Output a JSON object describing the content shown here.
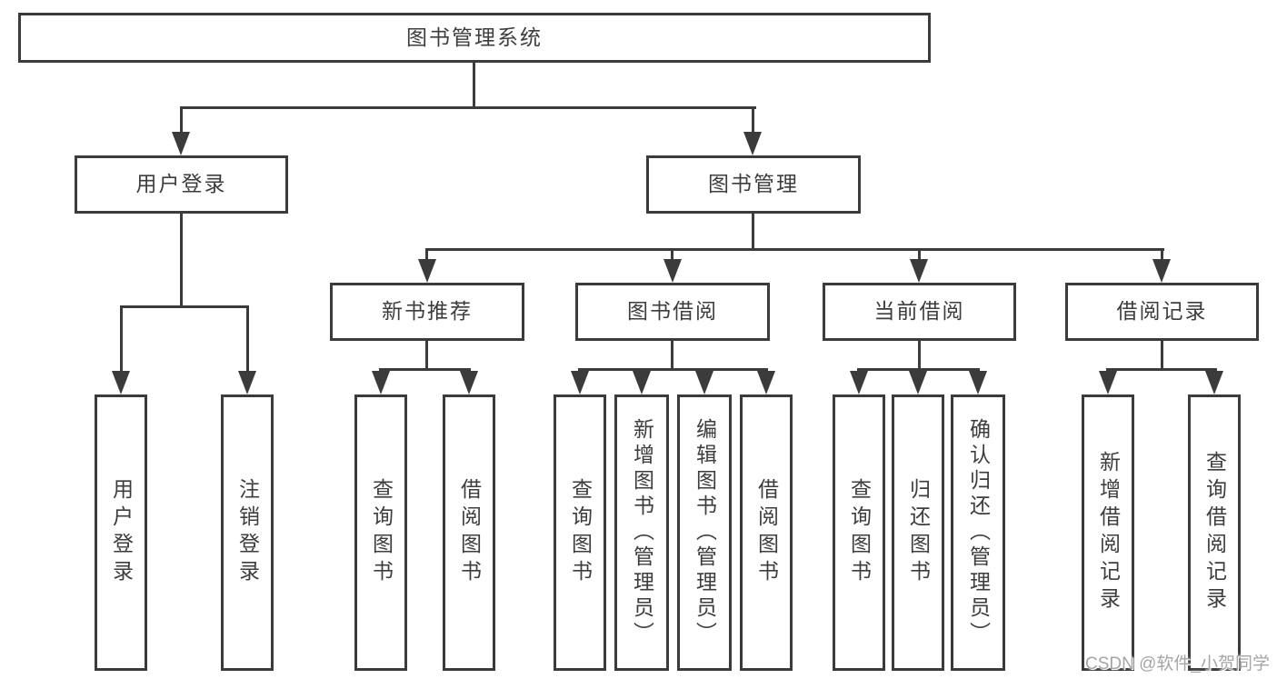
{
  "diagram": {
    "root": {
      "label": "图书管理系统"
    },
    "branches": [
      {
        "label": "用户登录",
        "children": [
          {
            "label": "用户登录"
          },
          {
            "label": "注销登录"
          }
        ]
      },
      {
        "label": "图书管理",
        "children": [
          {
            "label": "新书推荐",
            "children": [
              {
                "label": "查询图书"
              },
              {
                "label": "借阅图书"
              }
            ]
          },
          {
            "label": "图书借阅",
            "children": [
              {
                "label": "查询图书"
              },
              {
                "label": "新增图书（管理员）"
              },
              {
                "label": "编辑图书（管理员）"
              },
              {
                "label": "借阅图书"
              }
            ]
          },
          {
            "label": "当前借阅",
            "children": [
              {
                "label": "查询图书"
              },
              {
                "label": "归还图书"
              },
              {
                "label": "确认归还（管理员）"
              }
            ]
          },
          {
            "label": "借阅记录",
            "children": [
              {
                "label": "新增借阅记录"
              },
              {
                "label": "查询借阅记录"
              }
            ]
          }
        ]
      }
    ]
  },
  "watermark": {
    "text": "CSDN @软件_小贺同学"
  },
  "colors": {
    "line": "#3b3b3b",
    "text": "#3d3d3d",
    "bg": "#ffffff",
    "watermark": "#a6a6a6"
  }
}
